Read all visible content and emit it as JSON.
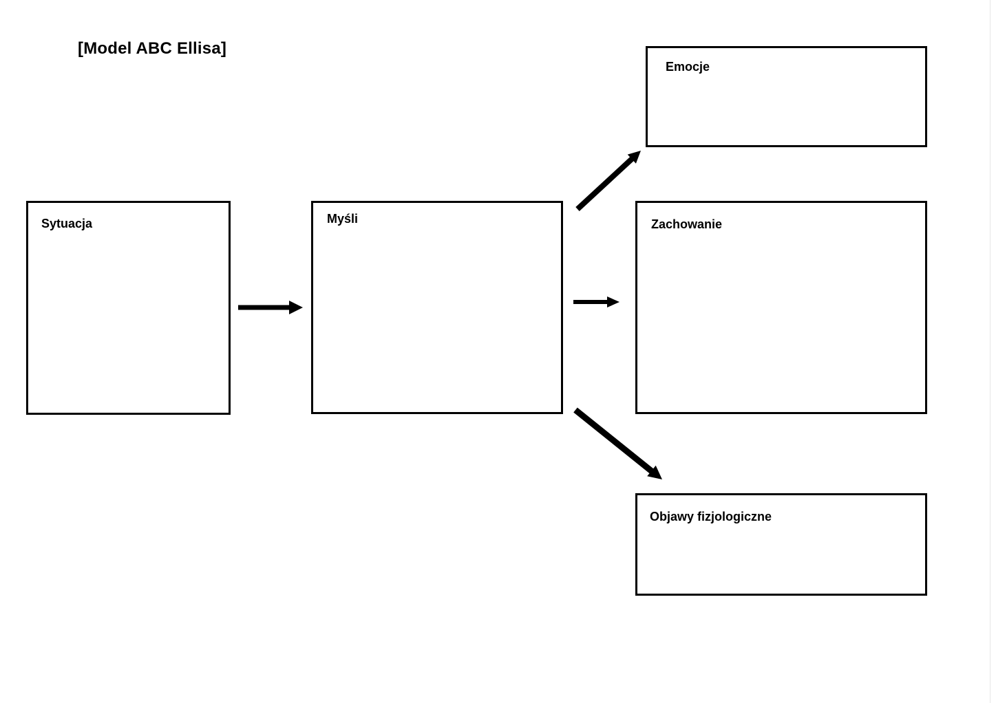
{
  "page": {
    "title": "[Model ABC Ellisa]"
  },
  "diagram": {
    "boxes": [
      {
        "id": "sytuacja",
        "label": "Sytuacja"
      },
      {
        "id": "mysli",
        "label": "Myśli"
      },
      {
        "id": "emocje",
        "label": "Emocje"
      },
      {
        "id": "zachowanie",
        "label": "Zachowanie"
      },
      {
        "id": "objawy-fizjologiczne",
        "label": "Objawy fizjologiczne"
      }
    ],
    "arrows": [
      {
        "name": "arrow-sytuacja-to-mysli",
        "from": "Sytuacja",
        "to": "Myśli",
        "direction": "right"
      },
      {
        "name": "arrow-mysli-to-emocje",
        "from": "Myśli",
        "to": "Emocje",
        "direction": "up-right"
      },
      {
        "name": "arrow-mysli-to-zachowanie",
        "from": "Myśli",
        "to": "Zachowanie",
        "direction": "right"
      },
      {
        "name": "arrow-mysli-to-objawy-fizjologiczne",
        "from": "Myśli",
        "to": "Objawy fizjologiczne",
        "direction": "down-right"
      }
    ],
    "colors": {
      "box_border": "#000000",
      "arrow": "#000000",
      "background": "#ffffff",
      "canvas_edge": "#e6e6e6"
    }
  }
}
